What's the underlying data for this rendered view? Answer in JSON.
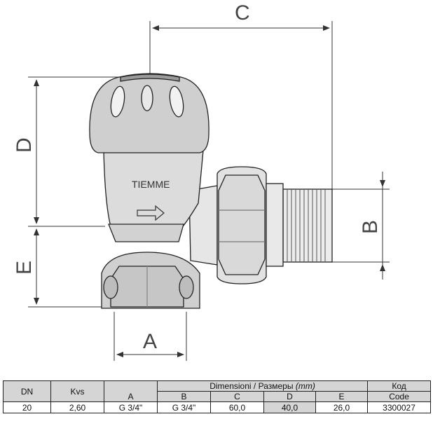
{
  "drawing": {
    "labels": {
      "A": "A",
      "B": "B",
      "C": "C",
      "D": "D",
      "E": "E"
    },
    "logo_text": "TIEMME"
  },
  "table": {
    "head": {
      "dn": "DN",
      "kvs": "Kvs",
      "dimensions": "Dimensioni",
      "separator": "/",
      "dimensions_ru": "Размеры",
      "units": "(mm)",
      "code_ru": "Код",
      "code": "Code",
      "cols": [
        "A",
        "B",
        "C",
        "D",
        "E"
      ]
    },
    "row": {
      "dn": "20",
      "kvs": "2,60",
      "a": "G 3/4\"",
      "b": "G 3/4\"",
      "c": "60,0",
      "d": "40,0",
      "e": "26,0",
      "code": "3300027"
    }
  }
}
